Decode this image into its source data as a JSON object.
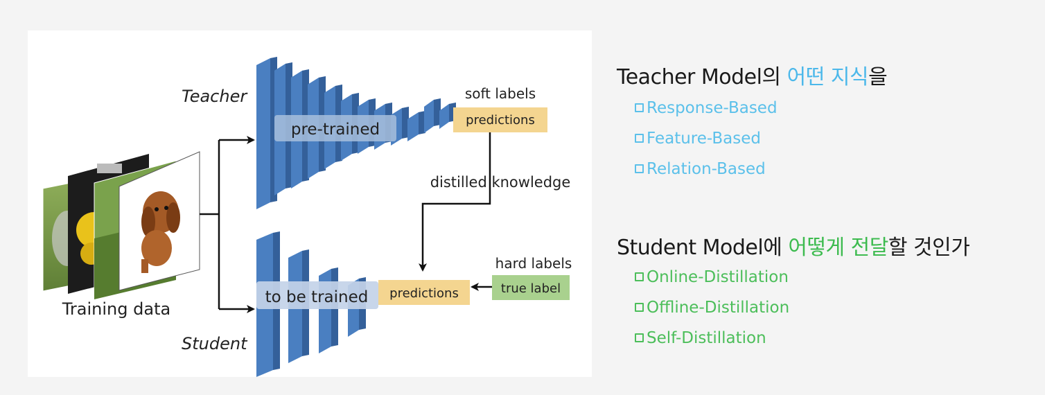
{
  "colors": {
    "layer_front": "#4a7fc1",
    "layer_top": "#7aa5d8",
    "layer_side": "#34609a",
    "soft_pred_box": "#f4d590",
    "hard_label_box": "#a9d18e",
    "teacher_highlight": "#4cb8ea",
    "student_highlight": "#3dbb4f"
  },
  "diagram": {
    "teacher_label": "Teacher",
    "student_label": "Student",
    "training_data_label": "Training data",
    "pretrained_label": "pre-trained",
    "tobetrained_label": "to be trained",
    "soft_labels_label": "soft labels",
    "teacher_predictions_label": "predictions",
    "distilled_knowledge_label": "distilled  knowledge",
    "student_predictions_label": "predictions",
    "hard_labels_label": "hard labels",
    "true_label_label": "true label"
  },
  "teacher_section": {
    "heading_prefix": "Teacher Model의 ",
    "heading_highlight": "어떤 지식",
    "heading_suffix": "을",
    "items": [
      "Response-Based",
      "Feature-Based",
      "Relation-Based"
    ]
  },
  "student_section": {
    "heading_prefix": "Student Model에 ",
    "heading_highlight": "어떻게 전달",
    "heading_suffix": "할 것인가",
    "items": [
      "Online-Distillation",
      "Offline-Distillation",
      "Self-Distillation"
    ]
  }
}
